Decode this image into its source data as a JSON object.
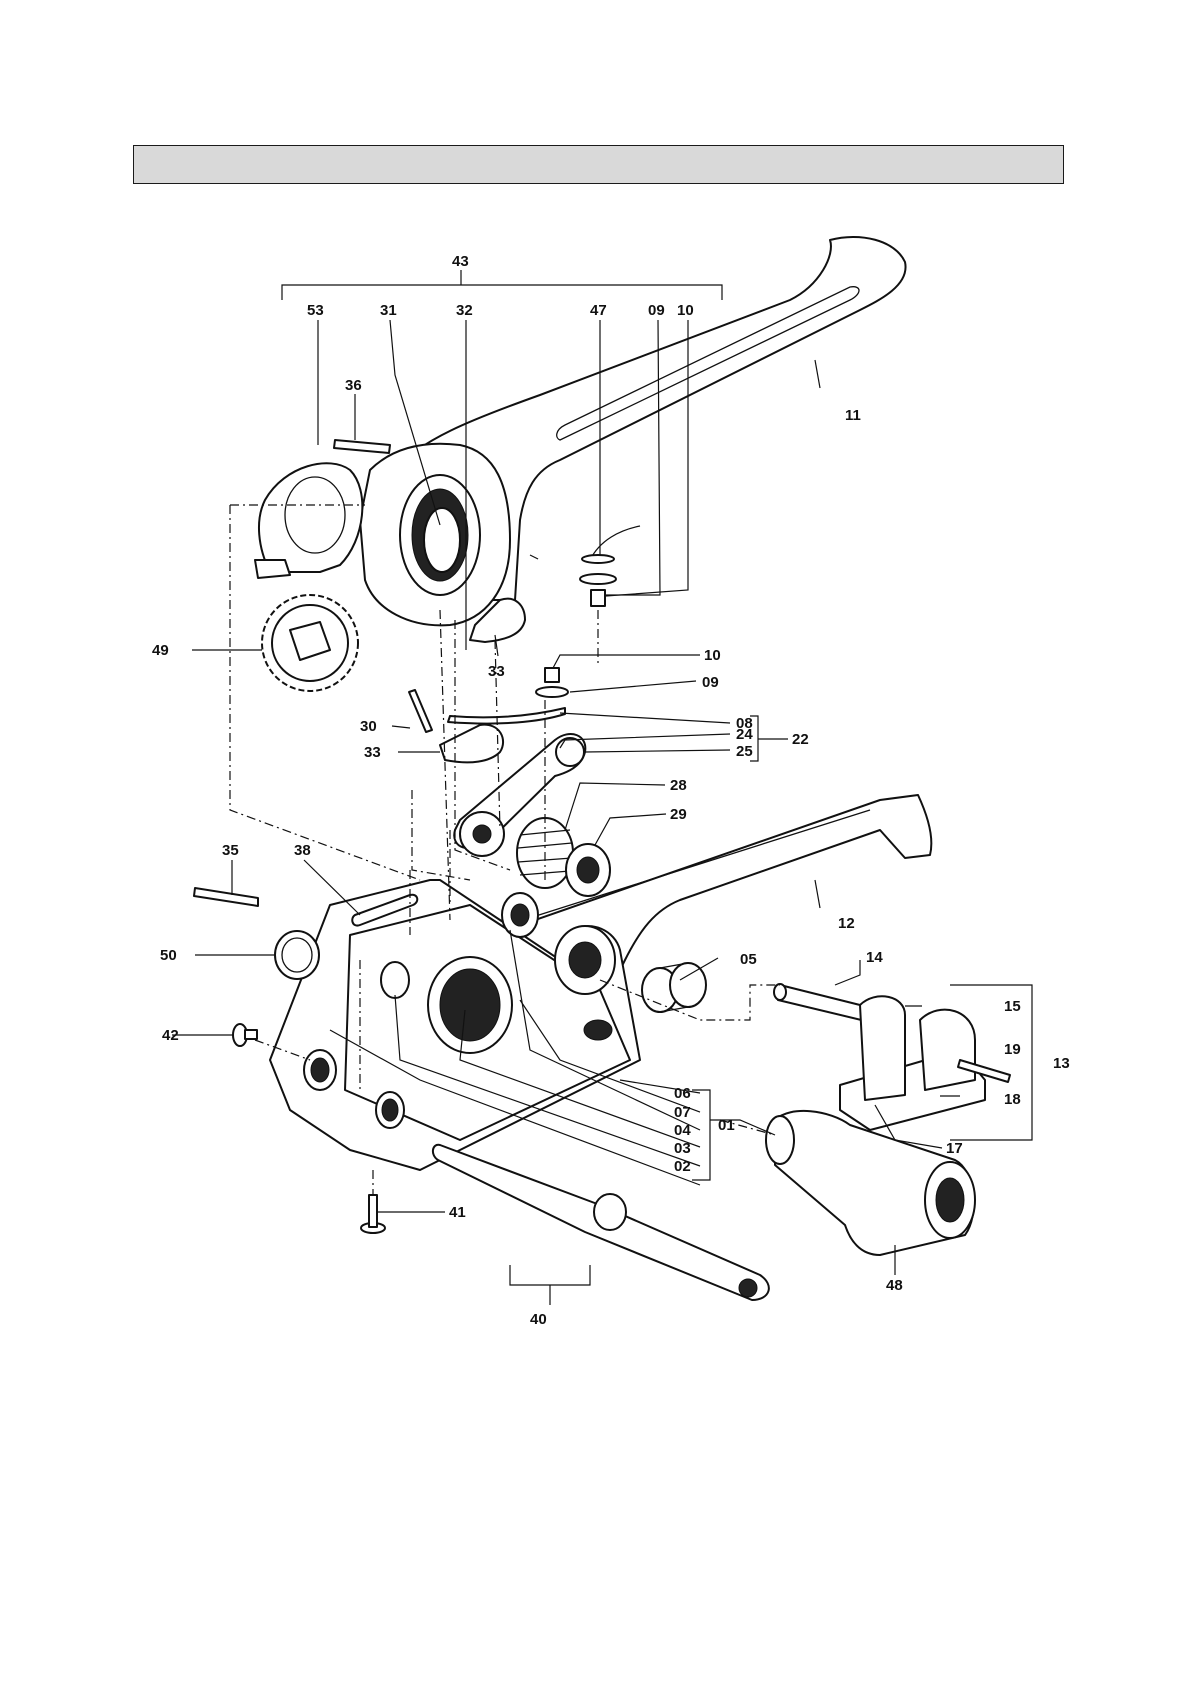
{
  "header": {
    "title": ""
  },
  "colors": {
    "ink": "#111111",
    "header_fill": "#d9d9d9"
  },
  "labels": {
    "p43": "43",
    "p53": "53",
    "p31": "31",
    "p32": "32",
    "p47": "47",
    "p09a": "09",
    "p10a": "10",
    "p36": "36",
    "p11": "11",
    "p49": "49",
    "p33a": "33",
    "p10b": "10",
    "p09b": "09",
    "p30": "30",
    "p08": "08",
    "p24": "24",
    "p25": "25",
    "p22": "22",
    "p33b": "33",
    "p28": "28",
    "p29": "29",
    "p35": "35",
    "p38": "38",
    "p12": "12",
    "p50": "50",
    "p05": "05",
    "p14": "14",
    "p15": "15",
    "p19": "19",
    "p13": "13",
    "p42": "42",
    "p06": "06",
    "p07": "07",
    "p04": "04",
    "p01": "01",
    "p18": "18",
    "p03": "03",
    "p17": "17",
    "p02": "02",
    "p41": "41",
    "p48": "48",
    "p40": "40"
  }
}
